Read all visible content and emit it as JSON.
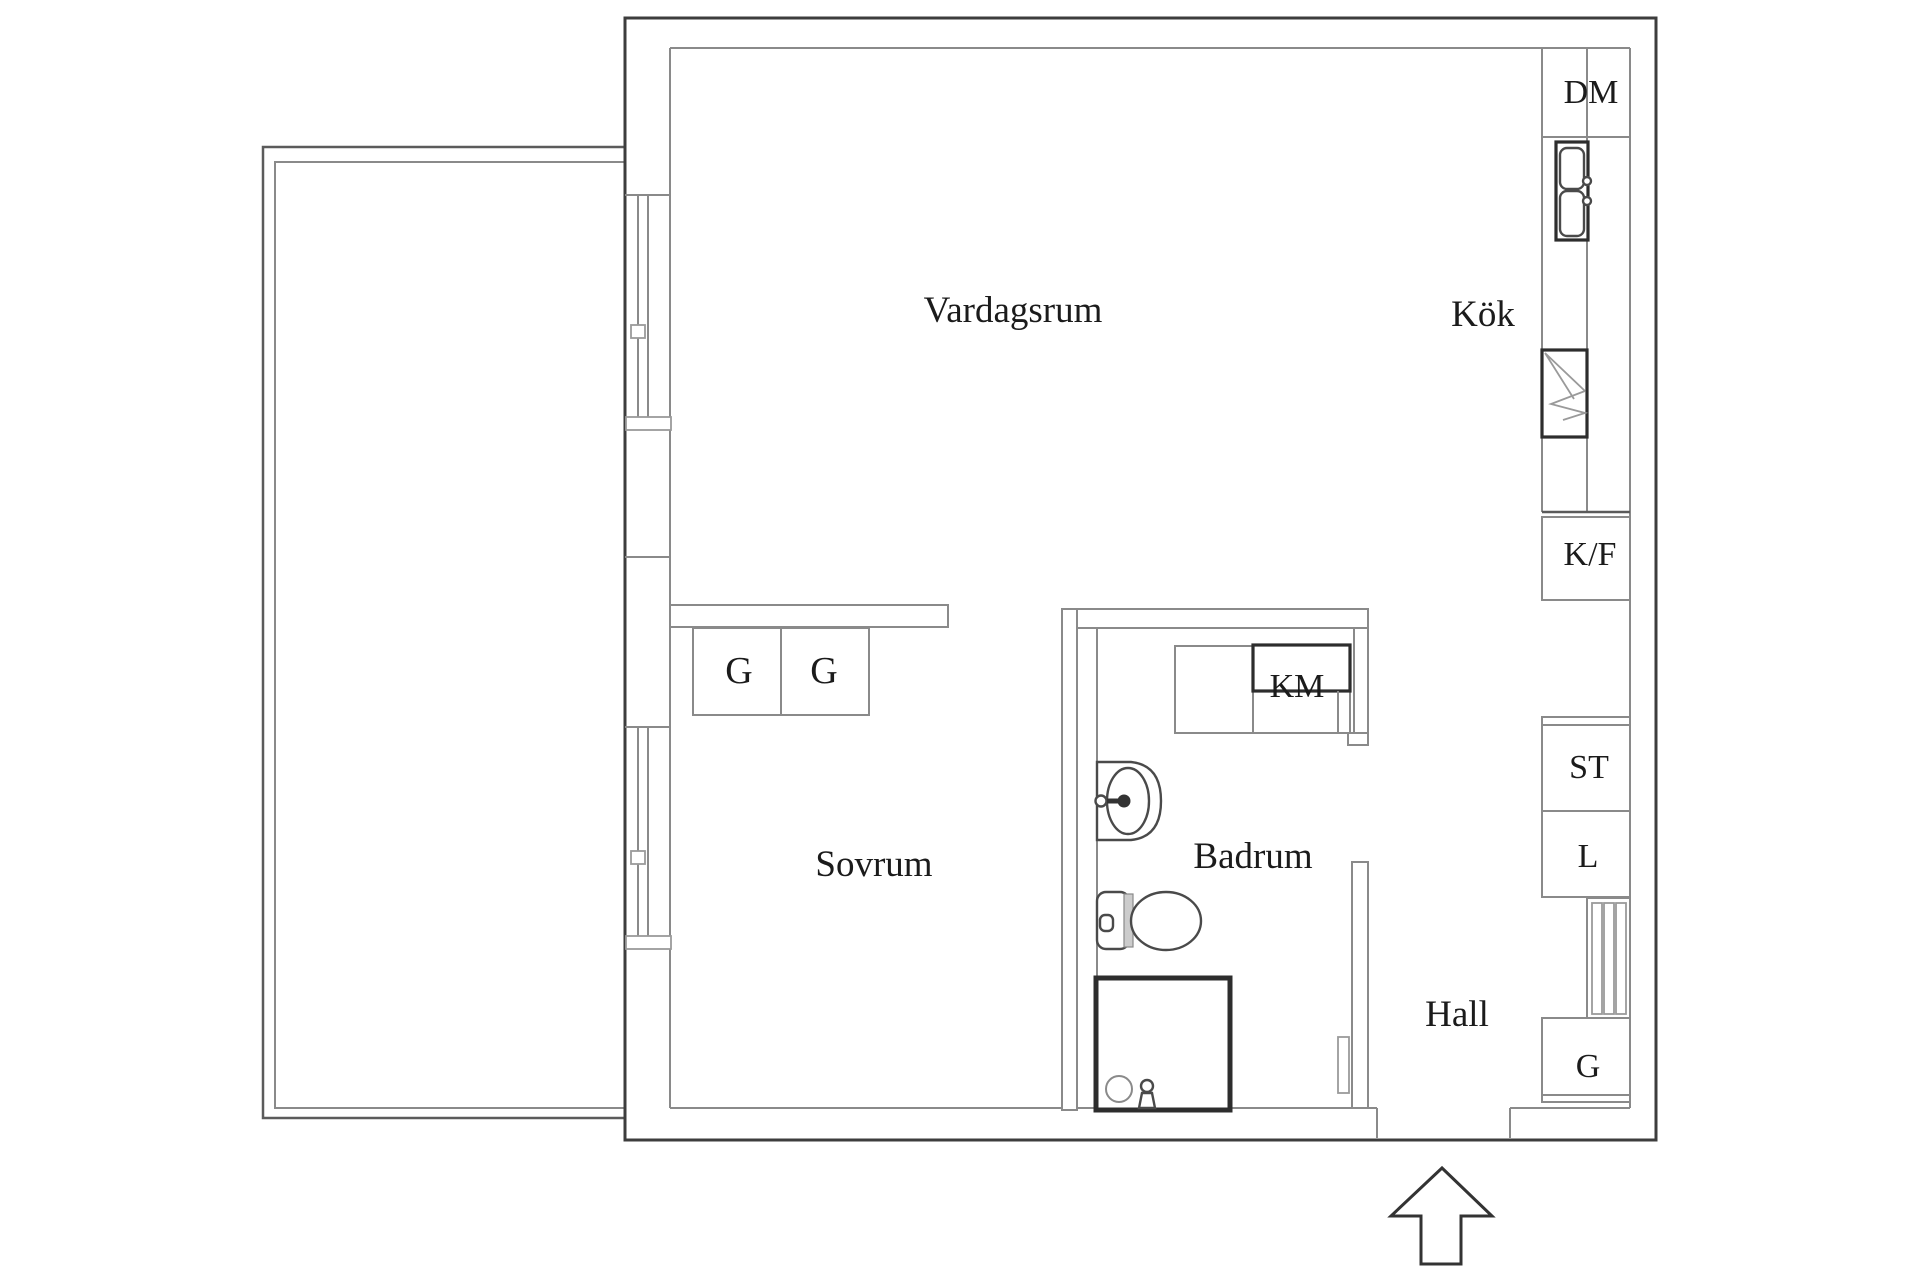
{
  "rooms": {
    "living_room": "Vardagsrum",
    "kitchen": "Kök",
    "bedroom": "Sovrum",
    "bathroom": "Badrum",
    "hall": "Hall"
  },
  "units": {
    "dishwasher": "DM",
    "fridge_freezer": "K/F",
    "washing_machine": "KM",
    "cleaning_closet": "ST",
    "linen_closet": "L",
    "hall_wardrobe": "G",
    "bedroom_wardrobe_left": "G",
    "bedroom_wardrobe_right": "G"
  },
  "colors": {
    "background": "#ffffff",
    "outer_wall": "#3d3d3d",
    "inner_line": "#8a8a8a",
    "bold_fixture": "#2d2d2d",
    "label_text": "#1b1b1b"
  }
}
